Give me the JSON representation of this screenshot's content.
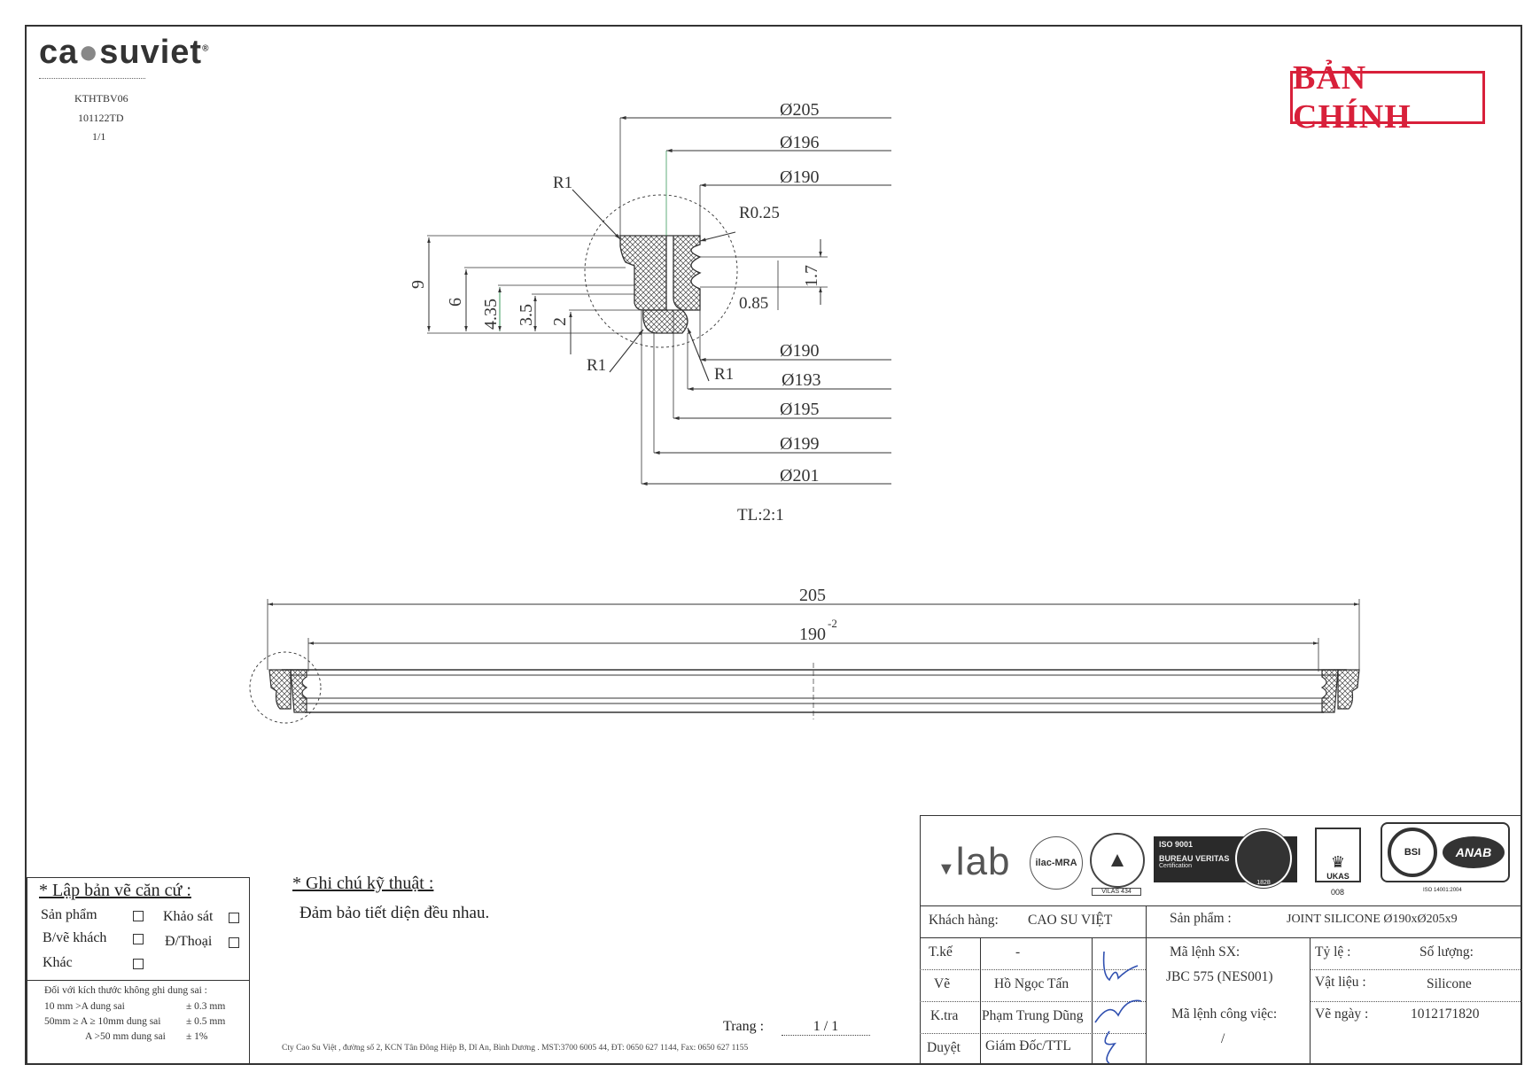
{
  "header": {
    "logo_part1": "ca",
    "logo_dot": "●",
    "logo_part2": "suviet",
    "logo_reg": "®",
    "doc_code": "KTHTBV06",
    "doc_ref": "101122TD",
    "doc_page": "1/1",
    "stamp": "BẢN CHÍNH"
  },
  "drawing": {
    "detail_dims": {
      "d205": "Ø205",
      "d196": "Ø196",
      "d190_top": "Ø190",
      "r025": "R0.25",
      "r1_top": "R1",
      "r1_left": "R1",
      "r1_right": "R1",
      "h9": "9",
      "h6": "6",
      "h435": "4.35",
      "h35": "3.5",
      "h2": "2",
      "h17": "1.7",
      "w085": "0.85",
      "d190_bot": "Ø190",
      "d193": "Ø193",
      "d195": "Ø195",
      "d199": "Ø199",
      "d201": "Ø201"
    },
    "scale": "TL:2:1",
    "overview_dims": {
      "outer": "205",
      "inner": "190",
      "inner_tol": "-2"
    }
  },
  "basis": {
    "title": "* Lập bản vẽ căn cứ :",
    "items": {
      "product": "Sản phẩm",
      "survey": "Khảo sát",
      "customer_drawing": "B/vẽ khách",
      "phone": "Đ/Thoại",
      "other": "Khác"
    },
    "tolerance_title": "Đối với kích thước không ghi dung sai :",
    "tolerances": [
      {
        "range": "10 mm >A  dung sai",
        "value": "± 0.3 mm"
      },
      {
        "range": "50mm ≥ A ≥ 10mm dung sai",
        "value": "± 0.5 mm"
      },
      {
        "range": "A >50 mm dung sai",
        "value": "± 1%"
      }
    ]
  },
  "notes": {
    "title": "* Ghi chú kỹ thuật :",
    "text": "Đảm bảo tiết diện đều nhau."
  },
  "page": {
    "label": "Trang :",
    "value": "1 / 1"
  },
  "footer": "Cty Cao Su Việt , đường số 2, KCN Tân Đông Hiệp B, Dĩ An, Bình Dương . MST:3700 6005 44, ĐT: 0650 627 1144, Fax: 0650 627 1155",
  "certs": {
    "vilab": "lab",
    "ilac": "ilac-MRA",
    "vilas": "VILAS 434",
    "iso": "ISO 9001",
    "bv": "BUREAU VERITAS",
    "bv_sub": "Certification",
    "bv_year": "1828",
    "ukas": "UKAS",
    "ukas_num": "008",
    "bsi": "BSI",
    "anab": "ANAB",
    "iso14001": "ISO 14001:2004"
  },
  "title_block": {
    "customer_label": "Khách hàng:",
    "customer": "CAO SU VIỆT",
    "product_label": "Sản phẩm   :",
    "product": "JOINT SILICONE Ø190xØ205x9",
    "design_label": "T.kế",
    "design_value": "-",
    "order_label": "Mã lệnh SX:",
    "order": "JBC 575 (NES001)",
    "ratio_label": "Tỷ lệ      :",
    "qty_label": "Số lượng:",
    "drawn_label": "Vẽ",
    "drawn": "Hồ Ngọc Tấn",
    "material_label": "Vật liệu  :",
    "material": "Silicone",
    "check_label": "K.tra",
    "checker": "Phạm Trung Dũng",
    "job_label": "Mã lệnh công việc:",
    "job_value": "/",
    "date_label": "Vẽ  ngày  :",
    "date": "1012171820",
    "approve_label": "Duyệt",
    "approver": "Giám  Đốc/TTL"
  },
  "colors": {
    "stamp": "#d8203a",
    "line": "#333333"
  }
}
